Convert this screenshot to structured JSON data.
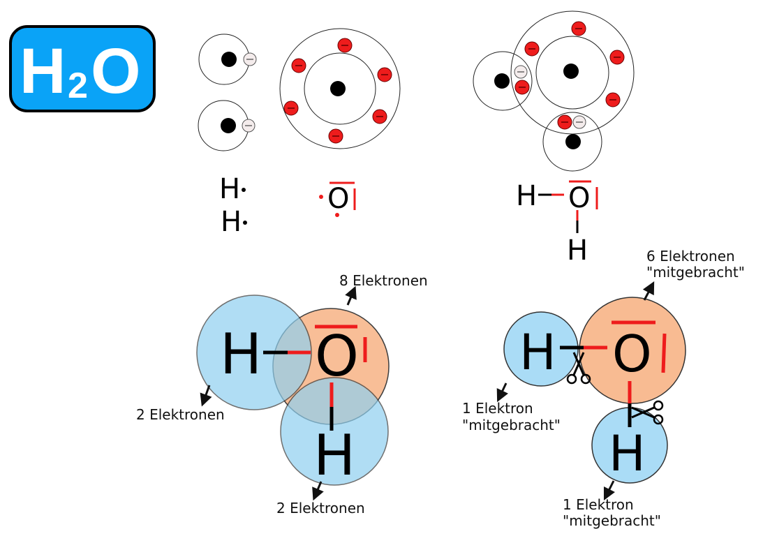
{
  "badge": {
    "label_h": "H",
    "label_sub": "2",
    "label_o": "O",
    "color": "#0aa3f7"
  },
  "top_left": {
    "lewis_h1": "H",
    "lewis_h2": "H",
    "lewis_o": "O",
    "electron_minus": "−"
  },
  "top_right": {
    "lewis_h1": "H",
    "lewis_o": "O",
    "lewis_h2": "H"
  },
  "bottom_left": {
    "h1": "H",
    "o": "O",
    "h2": "H",
    "label_o": "8 Elektronen",
    "label_h1": "2 Elektronen",
    "label_h2": "2 Elektronen"
  },
  "bottom_right": {
    "h1": "H",
    "o": "O",
    "h2": "H",
    "label_o_line1": "6 Elektronen",
    "label_o_line2": "\"mitgebracht\"",
    "label_h1_line1": "1 Elektron",
    "label_h1_line2": "\"mitgebracht\"",
    "label_h2_line1": "1 Elektron",
    "label_h2_line2": "\"mitgebracht\""
  },
  "colors": {
    "hydrogen": "#aadcf6",
    "oxygen": "#f8bb92",
    "electron_red": "#ee1c1c",
    "bond_red": "#ee1c1c"
  }
}
